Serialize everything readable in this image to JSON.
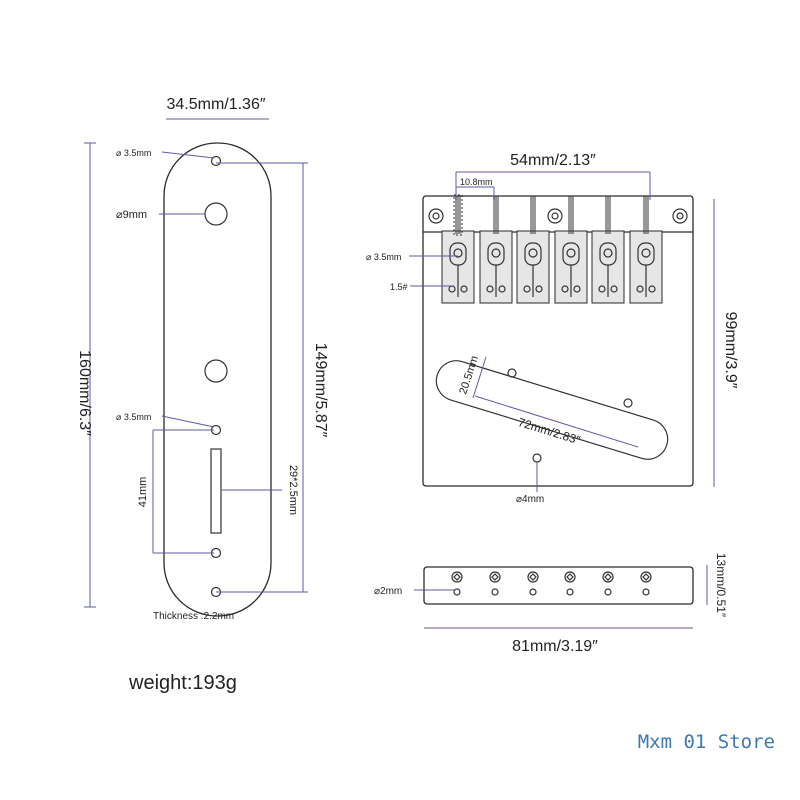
{
  "control_plate": {
    "width_label": "34.5mm/1.36″",
    "height_label": "160mm/6.3″",
    "hole_spacing_label": "149mm/5.87″",
    "top_screw_label": "⌀ 3.5mm",
    "pot_hole_label": "⌀9mm",
    "lower_screw_label": "⌀ 3.5mm",
    "slot_spacing_label": "41mm",
    "slot_size_label": "29*2.5mm",
    "thickness_label": "Thickness :2.2mm",
    "weight_label": "weight:193g"
  },
  "bridge": {
    "string_span_label": "54mm/2.13″",
    "string_spacing_label": "10.8mm",
    "saddle_screw_label": "⌀ 3.5mm",
    "saddle_size_label": "1.5#",
    "height_label": "99mm/3.9″",
    "slot_width_label": "20.5mm",
    "slot_length_label": "72mm/2.83″",
    "mount_hole_label": "⌀4mm",
    "side_hole_label": "⌀2mm",
    "side_height_label": "13mm/0.51″",
    "width_label": "81mm/3.19″"
  },
  "watermark": "Mxm 01 Store"
}
